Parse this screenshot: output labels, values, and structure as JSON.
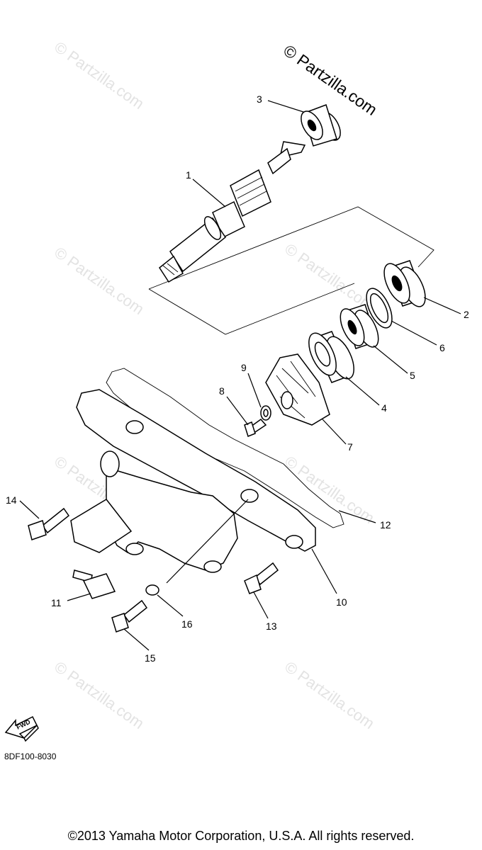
{
  "watermark": "© Partzilla.com",
  "brand_watermark": "© Partzilla.com",
  "callouts": {
    "c1": "1",
    "c2": "2",
    "c3": "3",
    "c4": "4",
    "c5": "5",
    "c6": "6",
    "c7": "7",
    "c8": "8",
    "c9": "9",
    "c10": "10",
    "c11": "11",
    "c12": "12",
    "c13": "13",
    "c14": "14",
    "c15": "15",
    "c16": "16"
  },
  "fwd_label": "FWD",
  "diagram_code": "8DF100-8030",
  "copyright": "©2013 Yamaha Motor Corporation, U.S.A. All rights reserved."
}
